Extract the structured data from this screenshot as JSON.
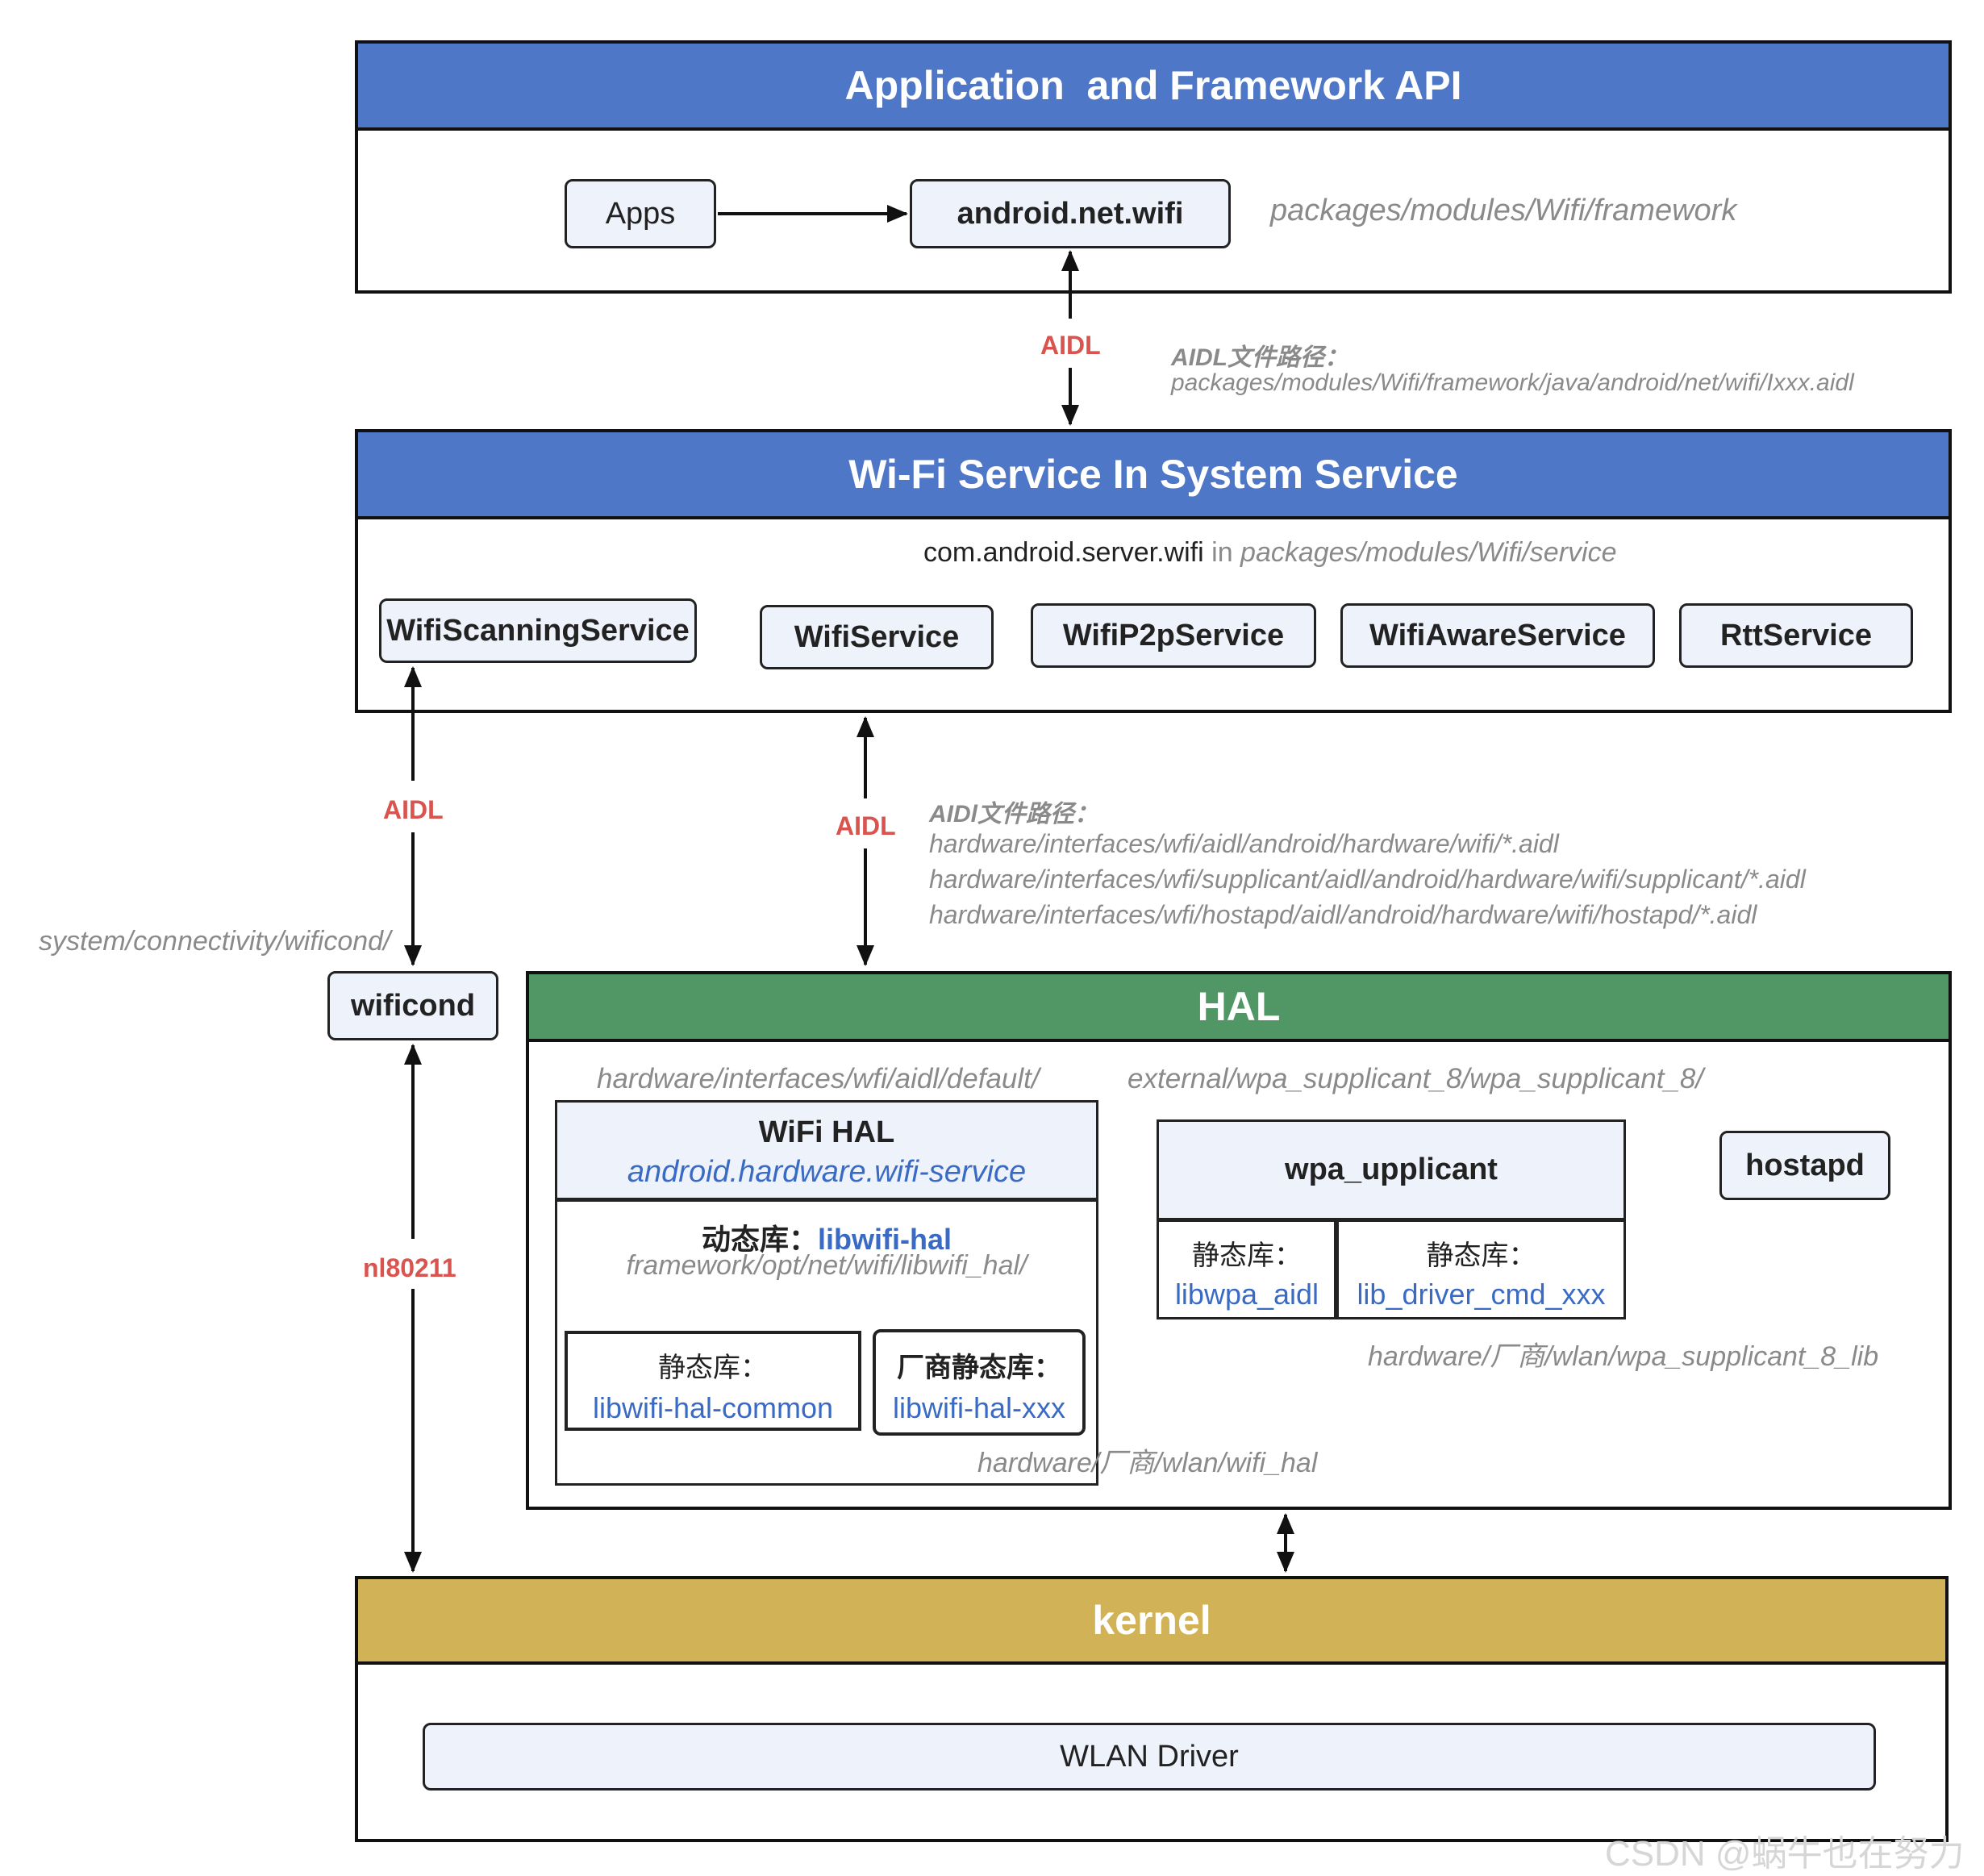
{
  "app_layer": {
    "title": "Application  and Framework API",
    "apps": "Apps",
    "api": "android.net.wifi",
    "path": "packages/modules/Wifi/framework"
  },
  "link1": {
    "label": "AIDL",
    "note_title": "AIDL文件路径：",
    "note_path": "packages/modules/Wifi/framework/java/android/net/wifi/Ixxx.aidl"
  },
  "service_layer": {
    "title": "Wi-Fi Service In System Service",
    "pkg": "com.android.server.wifi",
    "in_word": " in ",
    "pkg_path": "packages/modules/Wifi/service",
    "services": [
      "WifiScanningService",
      "WifiService",
      "WifiP2pService",
      "WifiAwareService",
      "RttService"
    ]
  },
  "link2": {
    "label_left": "AIDL",
    "label_right": "AIDL",
    "note_title": "AIDl文件路径：",
    "note_paths": [
      "hardware/interfaces/wfi/aidl/android/hardware/wifi/*.aidl",
      "hardware/interfaces/wfi/supplicant/aidl/android/hardware/wifi/supplicant/*.aidl",
      "hardware/interfaces/wfi/hostapd/aidl/android/hardware/wifi/hostapd/*.aidl"
    ]
  },
  "wificond": {
    "path": "system/connectivity/wificond/",
    "label": "wificond",
    "link_label": "nl80211"
  },
  "hal": {
    "title": "HAL",
    "wifi_hal_path": "hardware/interfaces/wfi/aidl/default/",
    "wifi_hal_title": "WiFi HAL",
    "wifi_hal_service": "android.hardware.wifi-service",
    "dyn_prefix": "动态库：",
    "dyn_name": "libwifi-hal",
    "dyn_path": "framework/opt/net/wifi/libwifi_hal/",
    "static_label": "静态库：",
    "static_name": "libwifi-hal-common",
    "vendor_label": "厂商静态库：",
    "vendor_name": "libwifi-hal-xxx",
    "vendor_path": "hardware/厂商/wlan/wifi_hal",
    "wpa_path": "external/wpa_supplicant_8/wpa_supplicant_8/",
    "wpa_title": "wpa_upplicant",
    "wpa_static1_label": "静态库：",
    "wpa_static1_name": "libwpa_aidl",
    "wpa_static2_label": "静态库：",
    "wpa_static2_name": "lib_driver_cmd_xxx",
    "wpa_lib_path": "hardware/厂商/wlan/wpa_supplicant_8_lib",
    "hostapd": "hostapd"
  },
  "kernel": {
    "title": "kernel",
    "driver": "WLAN Driver"
  },
  "watermark": "CSDN @蜗牛也在努力",
  "colors": {
    "band_blue": "#4f77c8",
    "band_green": "#519765",
    "band_gold": "#d1b256",
    "link_red": "#d9534f",
    "path_gray": "#8a8a8a",
    "lib_blue": "#3a6bc4",
    "box_fill": "#eef2fb"
  }
}
